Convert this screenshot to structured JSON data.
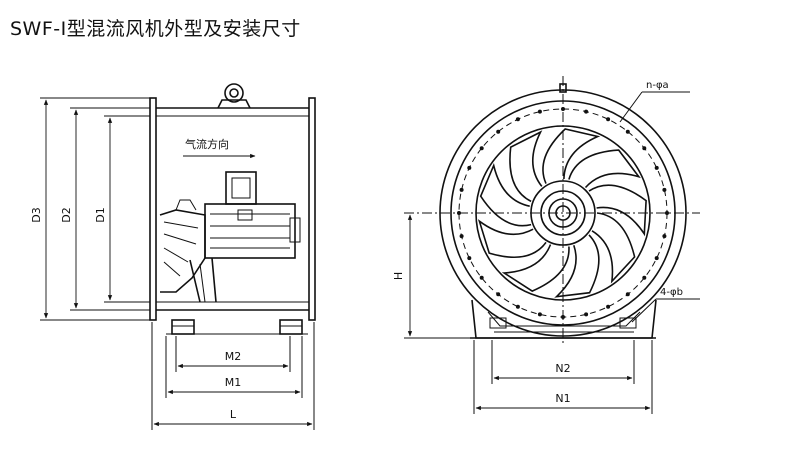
{
  "title": "SWF-I型混流风机外型及安装尺寸",
  "side_view": {
    "airflow_label": "气流方向",
    "dims": {
      "d3": "D3",
      "d2": "D2",
      "d1": "D1",
      "m2": "M2",
      "m1": "M1",
      "l": "L"
    }
  },
  "front_view": {
    "dims": {
      "h": "H",
      "n2": "N2",
      "n1": "N1"
    },
    "notes": {
      "flange_holes": "n-φa",
      "base_holes": "4-φb"
    }
  }
}
